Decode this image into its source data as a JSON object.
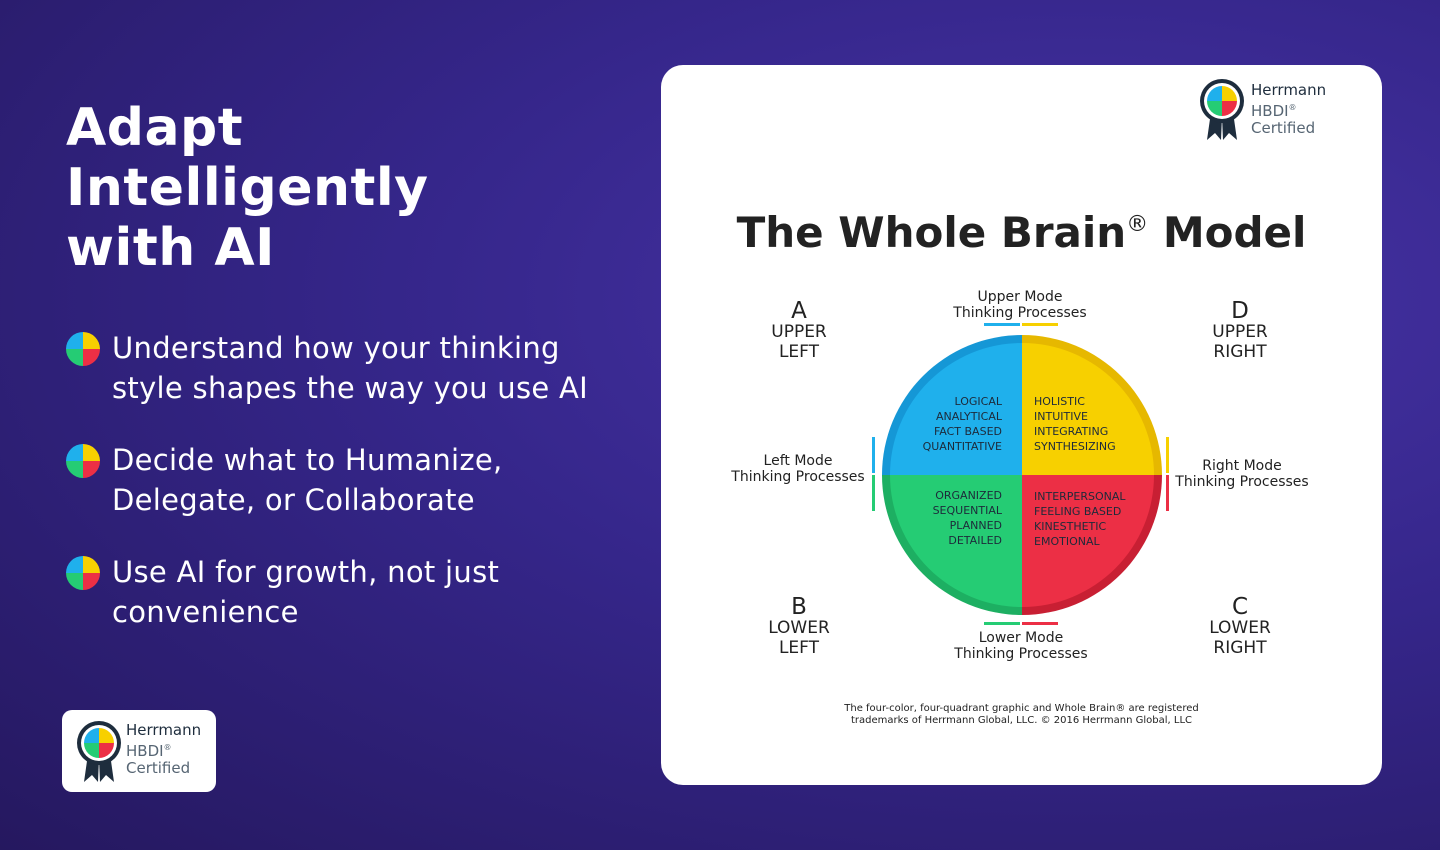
{
  "headline": {
    "lines": [
      "Adapt",
      "Intelligently",
      "with AI"
    ]
  },
  "bullets": [
    {
      "lines": [
        "Understand how your thinking",
        "style shapes the way you use AI"
      ],
      "icon": "whole-brain-icon"
    },
    {
      "lines": [
        "Decide what to Humanize,",
        "Delegate, or Collaborate"
      ],
      "icon": "whole-brain-icon"
    },
    {
      "lines": [
        "Use AI for growth, not just",
        "convenience"
      ],
      "icon": "whole-brain-icon"
    }
  ],
  "badge": {
    "name": "Herrmann",
    "product": "HBDI",
    "reg": "®",
    "status": "Certified",
    "icon": "ribbon-badge-icon"
  },
  "model": {
    "title": "The Whole Brain",
    "reg": "®",
    "title_suffix": "Model",
    "corners": {
      "a": {
        "letter": "A",
        "line1": "UPPER",
        "line2": "LEFT"
      },
      "d": {
        "letter": "D",
        "line1": "UPPER",
        "line2": "RIGHT"
      },
      "b": {
        "letter": "B",
        "line1": "LOWER",
        "line2": "LEFT"
      },
      "c": {
        "letter": "C",
        "line1": "LOWER",
        "line2": "RIGHT"
      }
    },
    "modes": {
      "upper": [
        "Upper Mode",
        "Thinking Processes"
      ],
      "lower": [
        "Lower Mode",
        "Thinking Processes"
      ],
      "left": [
        "Left Mode",
        "Thinking Processes"
      ],
      "right": [
        "Right Mode",
        "Thinking Processes"
      ]
    },
    "quadrants": {
      "upper_left": [
        "LOGICAL",
        "ANALYTICAL",
        "FACT BASED",
        "QUANTITATIVE"
      ],
      "upper_right": [
        "HOLISTIC",
        "INTUITIVE",
        "INTEGRATING",
        "SYNTHESIZING"
      ],
      "lower_left": [
        "ORGANIZED",
        "SEQUENTIAL",
        "PLANNED",
        "DETAILED"
      ],
      "lower_right": [
        "INTERPERSONAL",
        "FEELING BASED",
        "KINESTHETIC",
        "EMOTIONAL"
      ]
    },
    "colors": {
      "blue": "#1fb0ec",
      "yellow": "#f7d000",
      "green": "#25cc74",
      "red": "#ec2f45"
    },
    "footnote": [
      "The four-color, four-quadrant graphic and Whole Brain® are registered",
      "trademarks of Herrmann Global, LLC. © 2016 Herrmann Global, LLC"
    ]
  }
}
